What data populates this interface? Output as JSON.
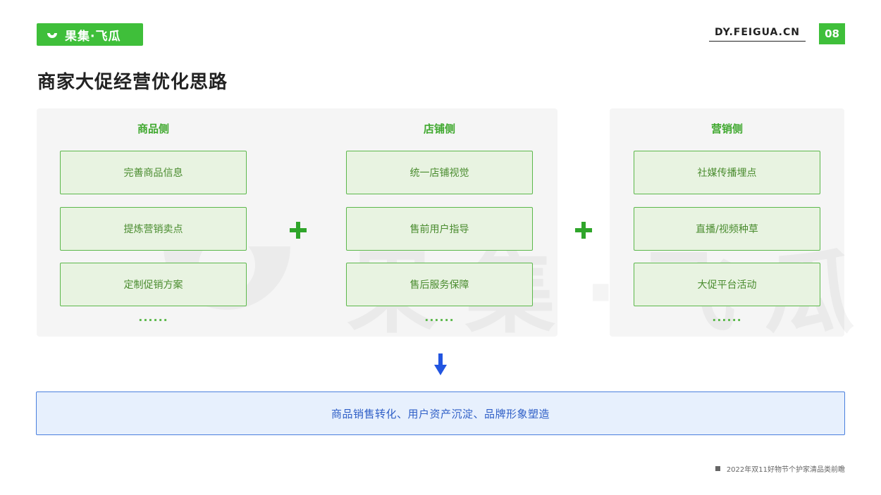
{
  "header": {
    "logo_text": "果集·飞瓜",
    "site": "DY.FEIGUA.CN",
    "page_number": "08"
  },
  "title": "商家大促经营优化思路",
  "watermark_text": "果集·飞瓜",
  "columns": [
    {
      "heading": "商品侧",
      "items": [
        "完善商品信息",
        "提炼营销卖点",
        "定制促销方案"
      ],
      "more": "......"
    },
    {
      "heading": "店铺侧",
      "items": [
        "统一店铺视觉",
        "售前用户指导",
        "售后服务保障"
      ],
      "more": "......"
    },
    {
      "heading": "营销侧",
      "items": [
        "社媒传播埋点",
        "直播/视频种草",
        "大促平台活动"
      ],
      "more": "......"
    }
  ],
  "result": "商品销售转化、用户资产沉淀、品牌形象塑造",
  "footer": "2022年双11好物节个护家清品类前瞻",
  "colors": {
    "brand_green": "#3fbf3a",
    "box_text": "#4a8c2f",
    "result_blue": "#2f5fc7",
    "arrow_blue": "#2255e0"
  }
}
